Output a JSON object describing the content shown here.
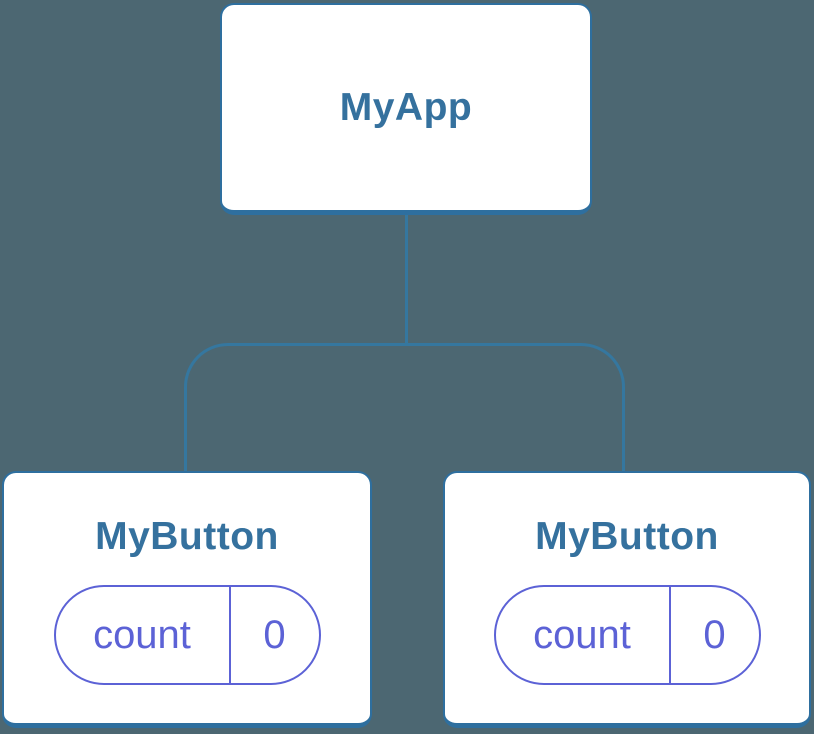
{
  "diagram": {
    "type": "component-tree",
    "colors": {
      "background": "#4C6772",
      "connector": "#35779F",
      "node_border": "#2E6F9F",
      "node_fill": "#FFFFFF",
      "title_text": "#35719E",
      "state_text": "#5C62D6"
    },
    "root": {
      "label": "MyApp"
    },
    "children": [
      {
        "label": "MyButton",
        "state": {
          "key": "count",
          "value": "0"
        }
      },
      {
        "label": "MyButton",
        "state": {
          "key": "count",
          "value": "0"
        }
      }
    ]
  }
}
